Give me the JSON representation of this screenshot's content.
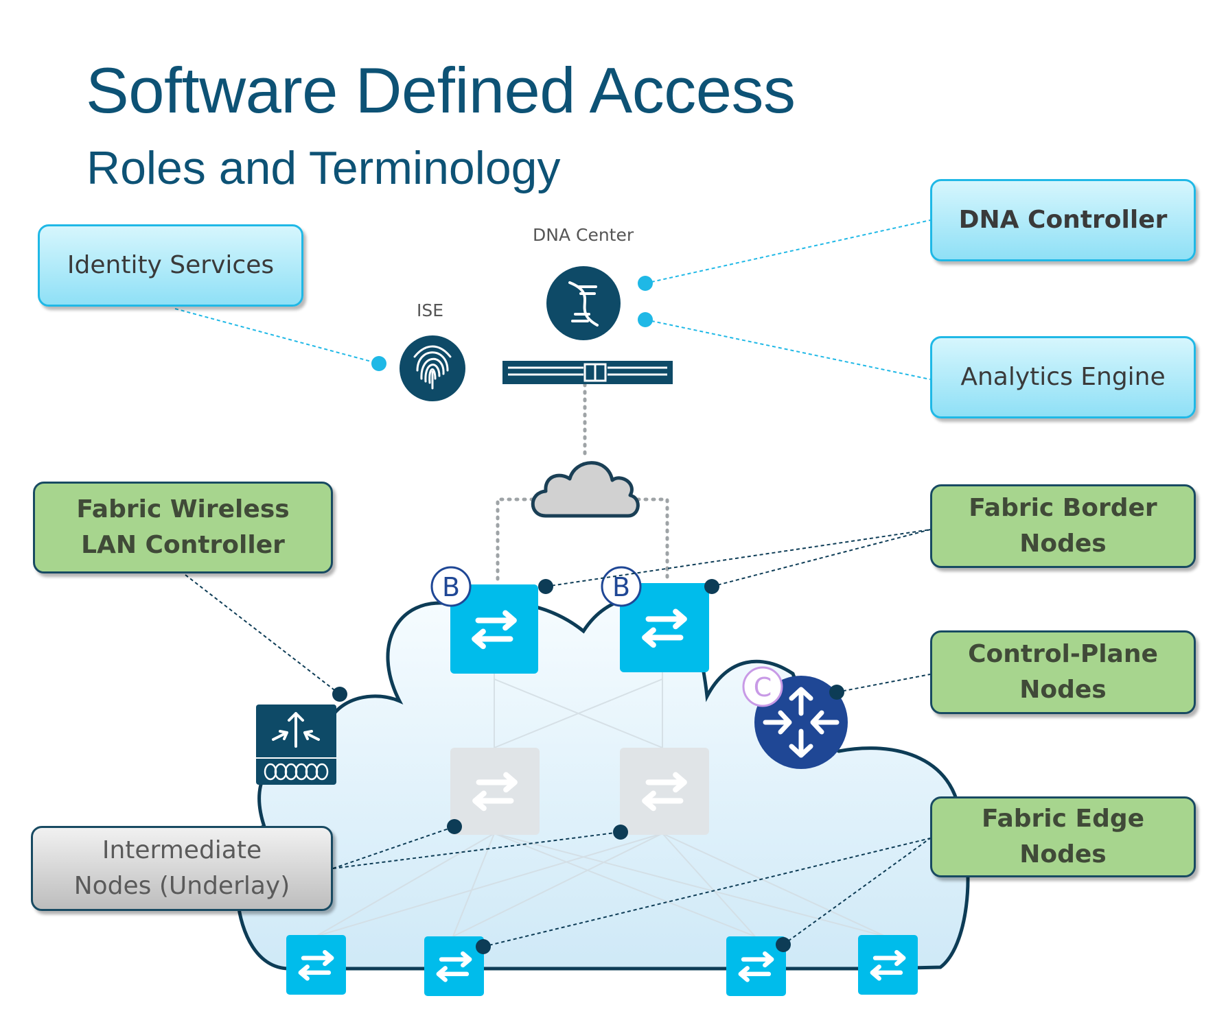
{
  "header": {
    "title": "Software Defined Access",
    "subtitle": "Roles and Terminology"
  },
  "devices": {
    "dna_center": "DNA Center",
    "ise": "ISE"
  },
  "badges": {
    "border": "B",
    "control": "C"
  },
  "callouts": {
    "identity_services": "Identity Services",
    "dna_controller": "DNA Controller",
    "analytics_engine": "Analytics Engine",
    "fabric_wlc": [
      "Fabric Wireless",
      "LAN Controller"
    ],
    "fabric_border": [
      "Fabric Border",
      "Nodes"
    ],
    "control_plane": [
      "Control-Plane",
      "Nodes"
    ],
    "fabric_edge": [
      "Fabric Edge",
      "Nodes"
    ],
    "intermediate": [
      "Intermediate",
      "Nodes (Underlay)"
    ]
  },
  "colors": {
    "title": "#0d5275",
    "device_blue": "#00bceb",
    "dark_navy": "#0e4a67",
    "router_blue": "#1f4795",
    "callout_cyan": "#1fb8e6",
    "fabric_green": "#a7d58e",
    "control_badge": "#c89ae6"
  }
}
